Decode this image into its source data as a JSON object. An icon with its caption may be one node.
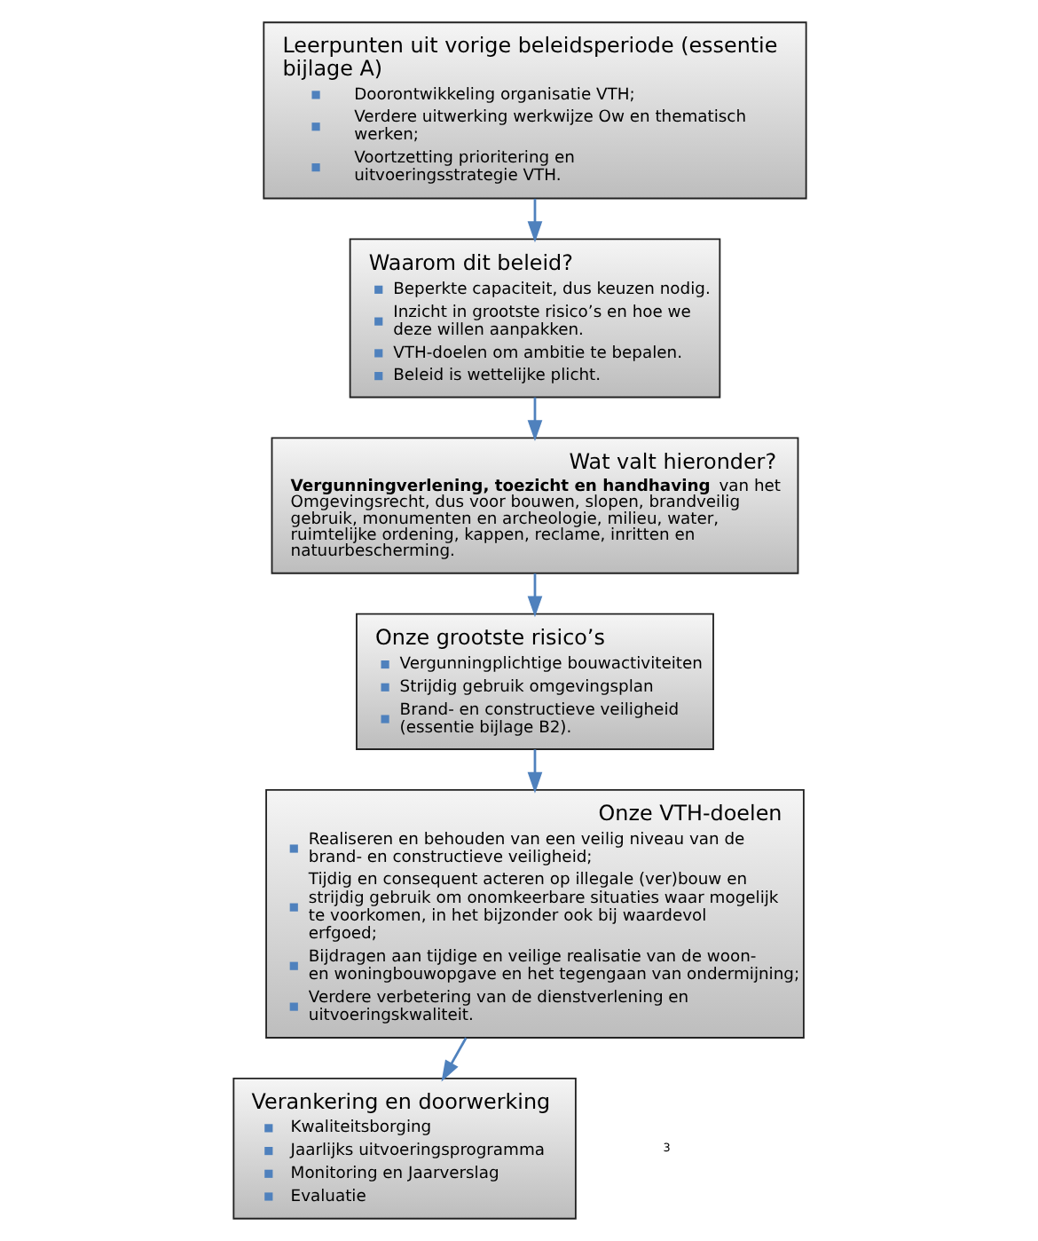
{
  "diagram": {
    "nodes": [
      {
        "text": [
          "Leerpunten uit vorige beleidsperiode (essentie bijlage A)",
          "Doorontwikkeling organisatie VTH;",
          "Verdere uitwerking werkwijze Ow en thematisch werken;",
          "Voortzetting prioritering en uitvoeringsstrategie VTH."
        ]
      },
      {
        "text": [
          "Waarom dit beleid?",
          "Beperkte capaciteit, dus keuzen nodig.",
          "Inzicht in grootste risico’s en hoe we deze willen aanpakken.",
          "VTH-doelen om ambitie te bepalen.",
          "Beleid is wettelijke plicht."
        ]
      },
      {
        "text": [
          "Wat valt hieronder?",
          "**Vergunningverlening, toezicht en handhaving** van het Omgevingsrecht, dus voor bouwen, slopen, brandveilig gebruik, monumenten en archeologie, milieu, water, ruimtelijke ordening, kappen, reclame, inritten en natuurbescherming."
        ]
      },
      {
        "text": [
          "Onze grootste risico’s",
          "Vergunningplichtige bouwactiviteiten",
          "Strijdig gebruik omgevingsplan",
          "Brand- en constructieve veiligheid (essentie bijlage B2)."
        ]
      },
      {
        "text": [
          "Onze VTH-doelen",
          "Realiseren en behouden van een veilig niveau van de brand- en constructieve veiligheid;",
          "Tijdig en consequent acteren op illegale (ver)bouw en strijdig gebruik om onomkeerbare situaties waar mogelijk te voorkomen, in het bijzonder ook bij waardevol erfgoed;",
          "Bijdragen aan tijdige en veilige realisatie van de woon- en woningbouwopgave en het tegengaan van ondermijning;",
          "Verdere verbetering van de dienstverlening en uitvoeringskwaliteit."
        ]
      },
      {
        "text": [
          "Verankering en doorwerking",
          "Kwaliteitsborging",
          "Jaarlijks uitvoeringsprogramma",
          "Monitoring en Jaarverslag",
          "Evaluatie"
        ]
      }
    ],
    "edges": [
      {
        "from": 0,
        "to": 1,
        "arrow": "to"
      },
      {
        "from": 1,
        "to": 2,
        "arrow": "to"
      },
      {
        "from": 2,
        "to": 3,
        "arrow": "to"
      },
      {
        "from": 3,
        "to": 4,
        "arrow": "to"
      },
      {
        "from": 4,
        "to": 5,
        "arrow": "to"
      }
    ],
    "labels": [
      "3"
    ]
  }
}
